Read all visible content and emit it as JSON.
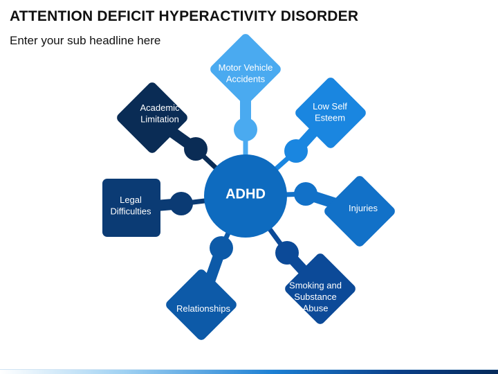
{
  "slide": {
    "title": "ATTENTION DEFICIT HYPERACTIVITY DISORDER",
    "subtitle": "Enter your sub headline here"
  },
  "hub": {
    "label": "ADHD",
    "color": "#0e6bbf"
  },
  "spokes": [
    {
      "key": "motor",
      "lines": [
        "Motor Vehicle",
        "Accidents"
      ],
      "color": "#4aaaf0"
    },
    {
      "key": "esteem",
      "lines": [
        "Low Self",
        "Esteem"
      ],
      "color": "#1a86e0"
    },
    {
      "key": "injuries",
      "lines": [
        "Injuries"
      ],
      "color": "#1271c8"
    },
    {
      "key": "smoking",
      "lines": [
        "Smoking and",
        "Substance",
        "Abuse"
      ],
      "color": "#0c4a98"
    },
    {
      "key": "relations",
      "lines": [
        "Relationships"
      ],
      "color": "#0d5aa8"
    },
    {
      "key": "legal",
      "lines": [
        "Legal",
        "Difficulties"
      ],
      "color": "#0b3b74"
    },
    {
      "key": "academic",
      "lines": [
        "Academic",
        "Limitation"
      ],
      "color": "#0a2c55"
    }
  ]
}
